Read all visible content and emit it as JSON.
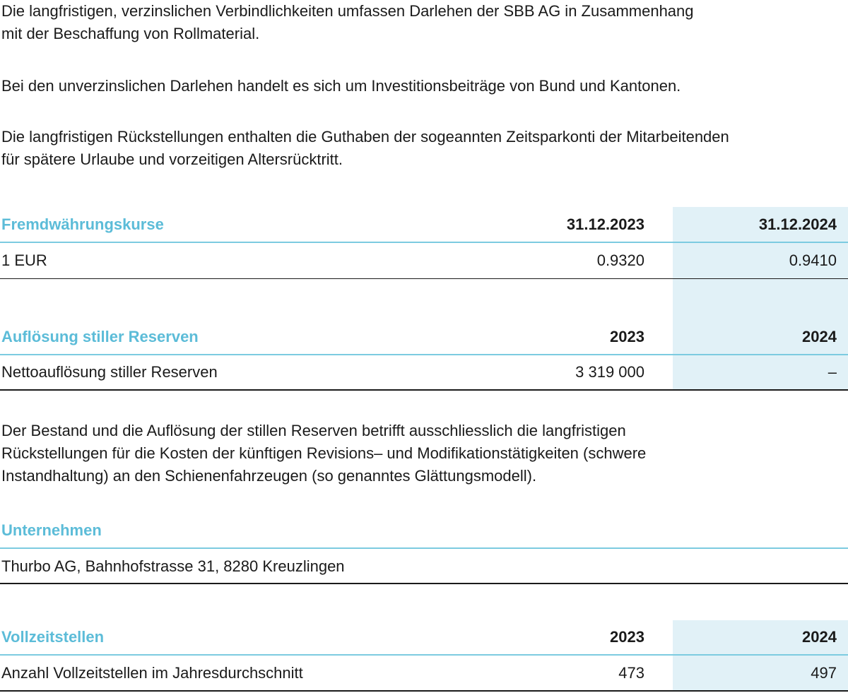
{
  "paragraphs": {
    "p1": "Die langfristigen, verzinslichen Verbindlichkeiten umfassen Darlehen der SBB AG in Zusammenhang\nmit der Beschaffung von Rollmaterial.",
    "p2": "Bei den unverzinslichen Darlehen handelt es sich um Investitionsbeiträge von Bund und Kantonen.",
    "p3": "Die langfristigen Rückstellungen enthalten die Guthaben der sogeannten Zeitsparkonti der Mitarbeitenden\nfür spätere Urlaube und vorzeitigen Altersrücktritt.",
    "p4": "Der Bestand und die Auflösung der stillen Reserven betrifft ausschliesslich die langfristigen\nRückstellungen für die Kosten der künftigen Revisions– und Modifikationstätigkeiten (schwere\nInstandhaltung) an den Schienenfahrzeugen (so genanntes Glättungsmodell)."
  },
  "fx_table": {
    "title": "Fremdwährungskurse",
    "col_prev": "31.12.2023",
    "col_curr": "31.12.2024",
    "rows": [
      {
        "label": "1 EUR",
        "prev": "0.9320",
        "curr": "0.9410"
      }
    ]
  },
  "reserves_table": {
    "title": "Auflösung stiller Reserven",
    "col_prev": "2023",
    "col_curr": "2024",
    "rows": [
      {
        "label": "Nettoauflösung stiller Reserven",
        "prev": "3 319 000",
        "curr": "–"
      }
    ]
  },
  "company_table": {
    "title": "Unternehmen",
    "rows": [
      {
        "label": "Thurbo AG, Bahnhofstrasse 31, 8280 Kreuzlingen"
      }
    ]
  },
  "fte_table": {
    "title": "Vollzeitstellen",
    "col_prev": "2023",
    "col_curr": "2024",
    "rows": [
      {
        "label": "Anzahl Vollzeitstellen im Jahresdurchschnitt",
        "prev": "473",
        "curr": "497"
      }
    ]
  },
  "colors": {
    "accent": "#5cbcd8",
    "rule_accent": "#7ccbe0",
    "highlight_band": "#e1f1f7",
    "text": "#1a1a1a"
  }
}
